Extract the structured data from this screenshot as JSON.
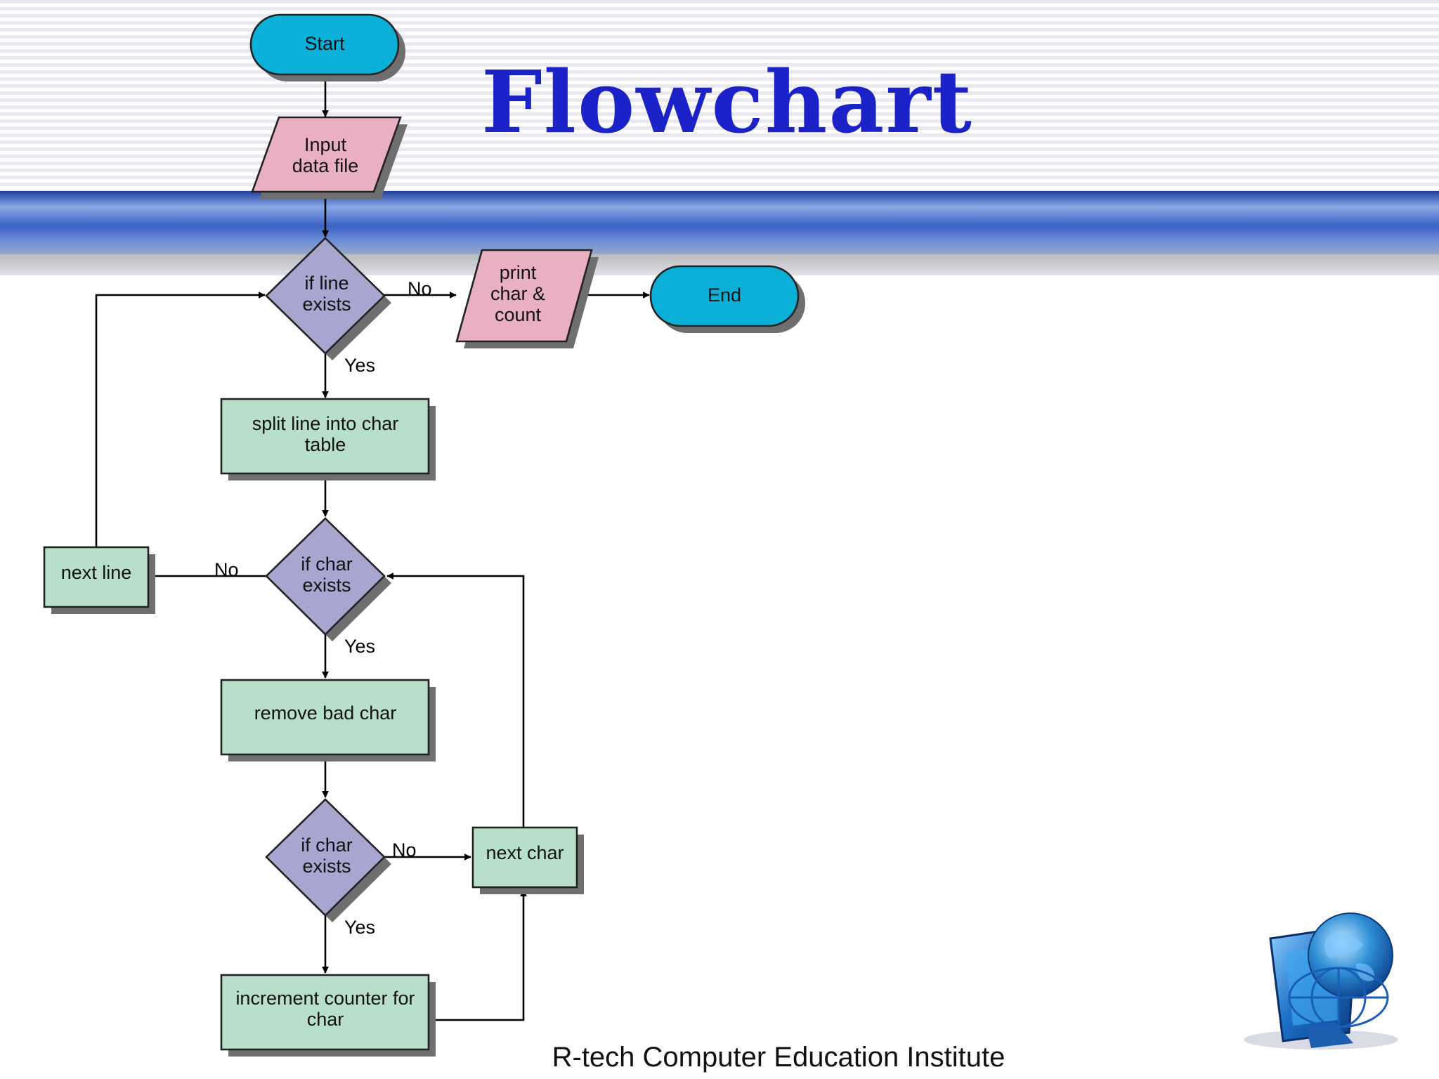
{
  "title": "Flowchart",
  "footer": "R-tech Computer Education Institute",
  "colors": {
    "terminal": "#0ab0d8",
    "io": "#e8b0c0",
    "process": "#b8e0c8",
    "decision": "#a6a6d0",
    "title": "#1a22c8",
    "band": "#3a5fc0"
  },
  "nodes": {
    "start": {
      "lines": [
        "Start"
      ]
    },
    "input": {
      "lines": [
        "Input",
        "data file"
      ]
    },
    "if_line": {
      "lines": [
        "if line",
        "exists"
      ]
    },
    "print": {
      "lines": [
        "print",
        "char &",
        "count"
      ]
    },
    "end": {
      "lines": [
        "End"
      ]
    },
    "split": {
      "lines": [
        "split line into char",
        "table"
      ]
    },
    "if_char1": {
      "lines": [
        "if char",
        "exists"
      ]
    },
    "next_line": {
      "lines": [
        "next line"
      ]
    },
    "remove": {
      "lines": [
        "remove bad char"
      ]
    },
    "if_char2": {
      "lines": [
        "if char",
        "exists"
      ]
    },
    "next_char": {
      "lines": [
        "next char"
      ]
    },
    "increment": {
      "lines": [
        "increment counter for",
        "char"
      ]
    }
  },
  "edge_labels": {
    "line_no": "No",
    "line_yes": "Yes",
    "char1_no": "No",
    "char1_yes": "Yes",
    "char2_no": "No",
    "char2_yes": "Yes"
  },
  "logo_icon": "globe-monitor-logo-icon"
}
